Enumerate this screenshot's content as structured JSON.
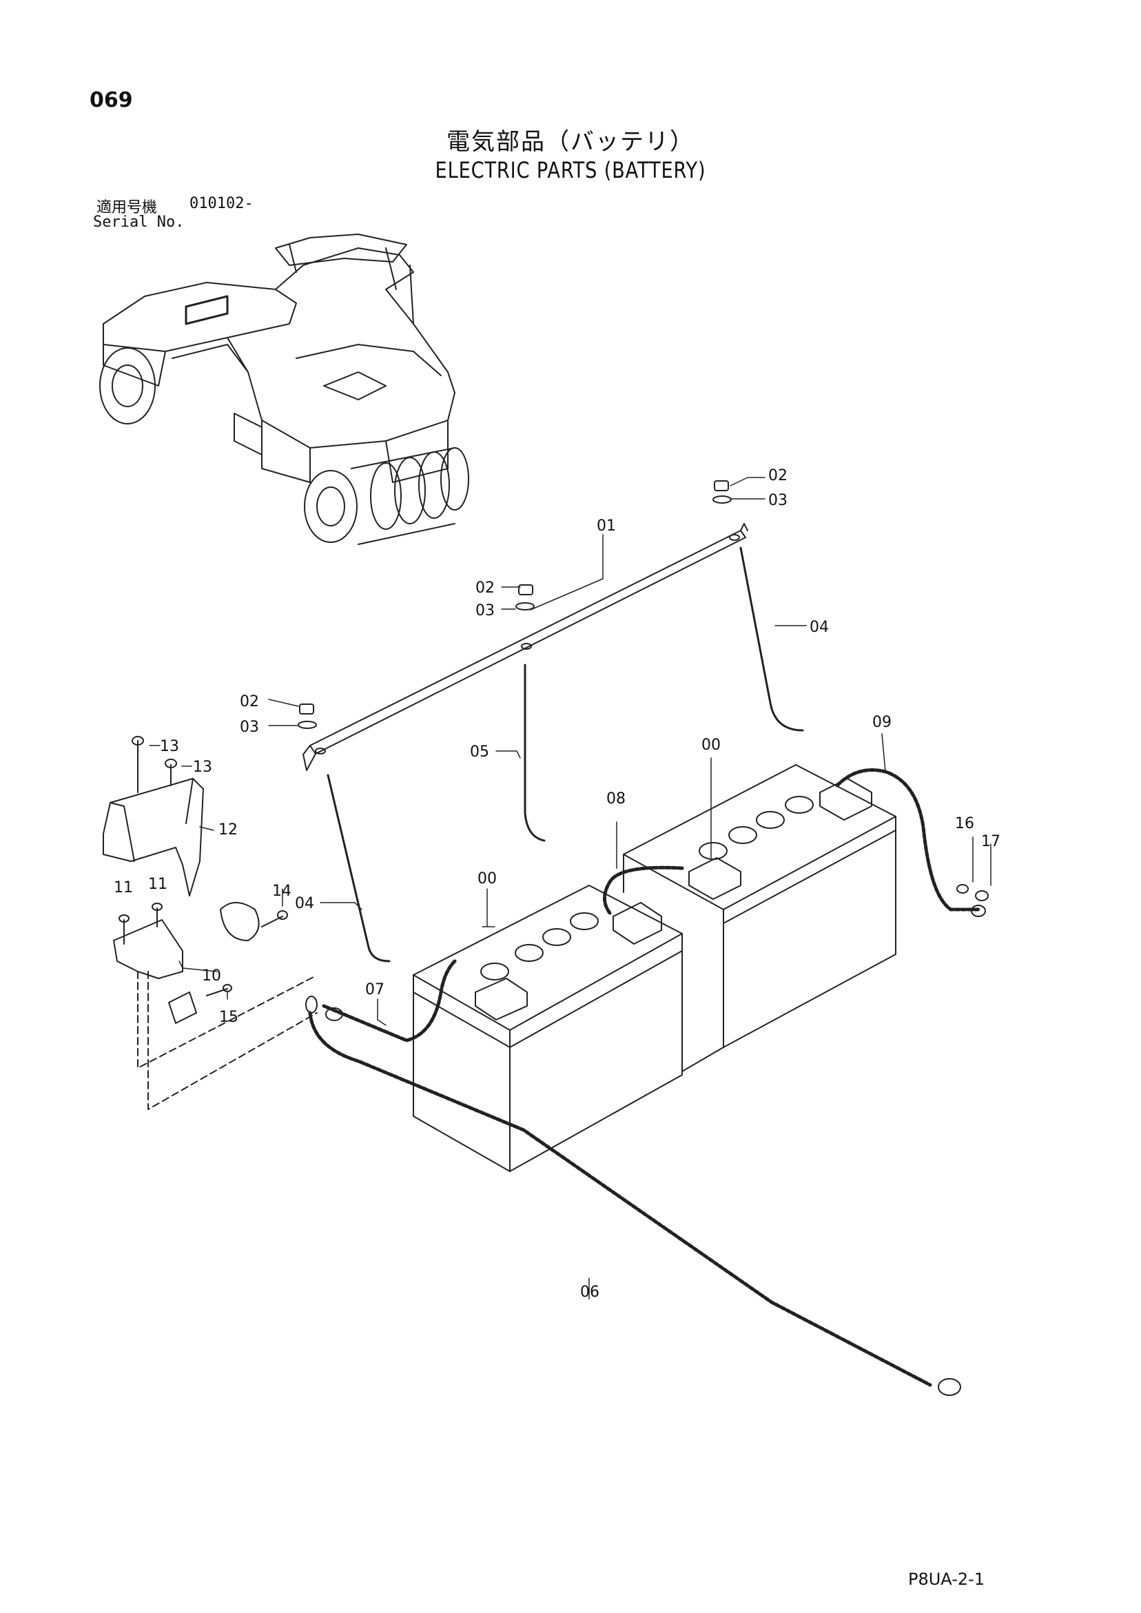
{
  "header": {
    "page_number": "069",
    "title_jp": "電気部品（バッテリ）",
    "title_en": "ELECTRIC PARTS (BATTERY)",
    "serial_label_jp": "適用号機",
    "serial_number": "010102-",
    "serial_label_en": "Serial No."
  },
  "callouts": {
    "c01": "01",
    "c02a": "02",
    "c02b": "02",
    "c02c": "02",
    "c03a": "03",
    "c03b": "03",
    "c03c": "03",
    "c04a": "04",
    "c04b": "04",
    "c05": "05",
    "c06": "06",
    "c07": "07",
    "c08": "08",
    "c09": "09",
    "c00a": "00",
    "c00b": "00",
    "c10": "10",
    "c11a": "11",
    "c11b": "11",
    "c12": "12",
    "c13a": "13",
    "c13b": "13",
    "c14": "14",
    "c15": "15",
    "c16": "16",
    "c17": "17"
  },
  "footer": {
    "code": "P8UA-2-1"
  }
}
